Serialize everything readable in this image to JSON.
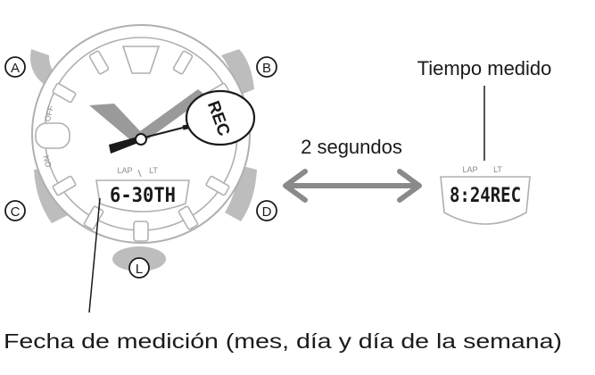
{
  "buttons": {
    "a": "A",
    "b": "B",
    "c": "C",
    "d": "D",
    "l": "L"
  },
  "watch": {
    "hand_label": "REC",
    "dial_off": "OFF",
    "dial_on": "ON",
    "lap_label": "LAP",
    "lt_label": "LT",
    "lcd_text": "6-30TH"
  },
  "transition": {
    "label": "2 segundos"
  },
  "result": {
    "lap_label": "LAP",
    "lt_label": "LT",
    "lcd_text": "8:24REC"
  },
  "captions": {
    "measured_time": "Tiempo medido",
    "measured_date": "Fecha de medición (mes, día y día de la semana)"
  },
  "colors": {
    "outline": "#b0b0b0",
    "ink": "#1a1a1a",
    "lug": "#bdbdbd",
    "hand": "#9a9a9a"
  }
}
